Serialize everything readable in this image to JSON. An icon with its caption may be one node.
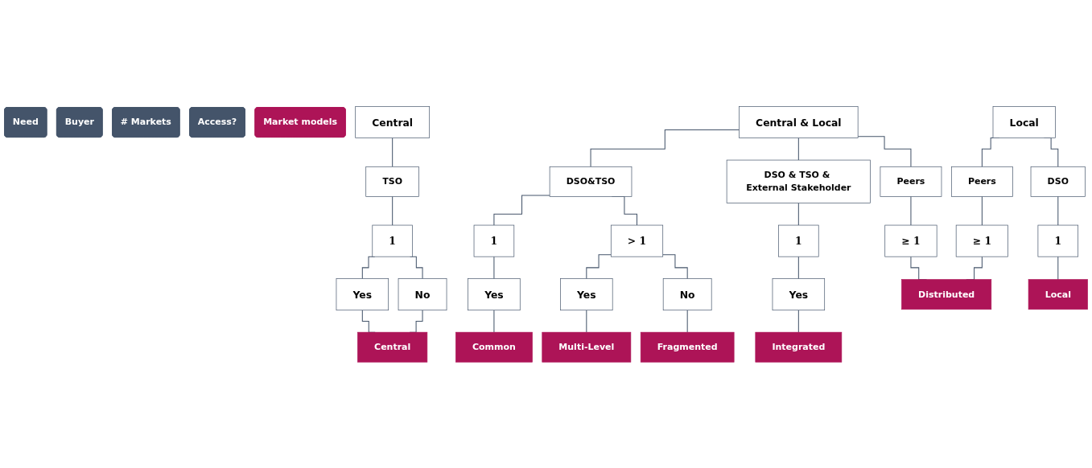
{
  "diagram": {
    "nodes": [
      {
        "text": [
          "Need"
        ]
      },
      {
        "text": [
          "Buyer"
        ]
      },
      {
        "text": [
          "# Markets"
        ]
      },
      {
        "text": [
          "Access?"
        ]
      },
      {
        "text": [
          "Market models"
        ]
      },
      {
        "text": [
          "Central"
        ]
      },
      {
        "text": [
          "Central & Local"
        ]
      },
      {
        "text": [
          "Local"
        ]
      },
      {
        "text": [
          "TSO"
        ]
      },
      {
        "text": [
          "DSO&TSO"
        ]
      },
      {
        "text": [
          "DSO & TSO & External Stakeholder"
        ]
      },
      {
        "text": [
          "Peers"
        ]
      },
      {
        "text": [
          "Peers"
        ]
      },
      {
        "text": [
          "DSO"
        ]
      },
      {
        "text": [
          "1"
        ]
      },
      {
        "text": [
          "1"
        ]
      },
      {
        "text": [
          "> 1"
        ]
      },
      {
        "text": [
          "1"
        ]
      },
      {
        "text": [
          "≥ 1"
        ]
      },
      {
        "text": [
          "≥ 1"
        ]
      },
      {
        "text": [
          "1"
        ]
      },
      {
        "text": [
          "Yes"
        ]
      },
      {
        "text": [
          "No"
        ]
      },
      {
        "text": [
          "Yes"
        ]
      },
      {
        "text": [
          "Yes"
        ]
      },
      {
        "text": [
          "No"
        ]
      },
      {
        "text": [
          "Yes"
        ]
      },
      {
        "text": [
          "Central"
        ]
      },
      {
        "text": [
          "Common"
        ]
      },
      {
        "text": [
          "Multi-Level"
        ]
      },
      {
        "text": [
          "Fragmented"
        ]
      },
      {
        "text": [
          "Integrated"
        ]
      },
      {
        "text": [
          "Distributed"
        ]
      },
      {
        "text": [
          "Local"
        ]
      }
    ],
    "edges": [
      {
        "from": 5,
        "to": 8,
        "arrow": "none"
      },
      {
        "from": 6,
        "to": 9,
        "arrow": "none"
      },
      {
        "from": 6,
        "to": 10,
        "arrow": "none"
      },
      {
        "from": 6,
        "to": 11,
        "arrow": "none"
      },
      {
        "from": 7,
        "to": 12,
        "arrow": "none"
      },
      {
        "from": 7,
        "to": 13,
        "arrow": "none"
      },
      {
        "from": 8,
        "to": 14,
        "arrow": "none"
      },
      {
        "from": 9,
        "to": 15,
        "arrow": "none"
      },
      {
        "from": 9,
        "to": 16,
        "arrow": "none"
      },
      {
        "from": 10,
        "to": 17,
        "arrow": "none"
      },
      {
        "from": 11,
        "to": 18,
        "arrow": "none"
      },
      {
        "from": 12,
        "to": 19,
        "arrow": "none"
      },
      {
        "from": 13,
        "to": 20,
        "arrow": "none"
      },
      {
        "from": 14,
        "to": 21,
        "arrow": "none"
      },
      {
        "from": 14,
        "to": 22,
        "arrow": "none"
      },
      {
        "from": 15,
        "to": 23,
        "arrow": "none"
      },
      {
        "from": 16,
        "to": 24,
        "arrow": "none"
      },
      {
        "from": 16,
        "to": 25,
        "arrow": "none"
      },
      {
        "from": 17,
        "to": 26,
        "arrow": "none"
      },
      {
        "from": 21,
        "to": 27,
        "arrow": "none"
      },
      {
        "from": 22,
        "to": 27,
        "arrow": "none"
      },
      {
        "from": 23,
        "to": 28,
        "arrow": "none"
      },
      {
        "from": 24,
        "to": 29,
        "arrow": "none"
      },
      {
        "from": 25,
        "to": 30,
        "arrow": "none"
      },
      {
        "from": 26,
        "to": 31,
        "arrow": "none"
      },
      {
        "from": 18,
        "to": 32,
        "arrow": "none"
      },
      {
        "from": 19,
        "to": 32,
        "arrow": "none"
      },
      {
        "from": 20,
        "to": 33,
        "arrow": "none"
      }
    ]
  }
}
